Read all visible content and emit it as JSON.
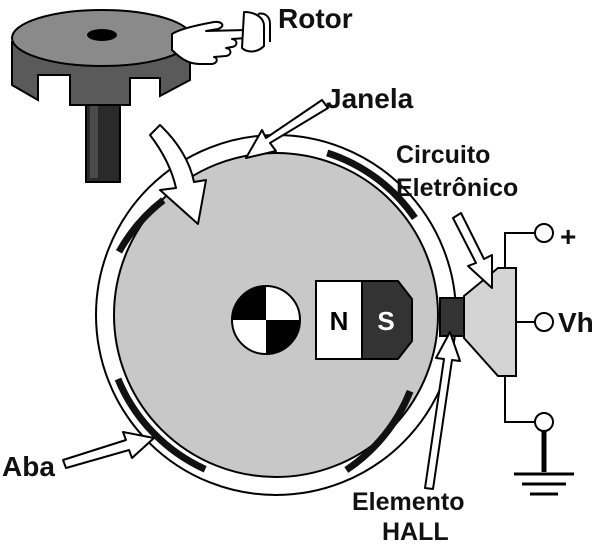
{
  "labels": {
    "rotor": "Rotor",
    "janela": "Janela",
    "circuito_line1": "Circuito",
    "circuito_line2": "Eletrônico",
    "plus": "+",
    "vh": "Vh",
    "aba": "Aba",
    "elemento_line1": "Elemento",
    "elemento_line2": "HALL"
  },
  "magnet": {
    "north": "N",
    "south": "S"
  },
  "colors": {
    "disk_fill": "#c8c8c8",
    "rotor_top": "#8a8a8a",
    "rotor_side": "#5a5a5a",
    "shaft": "#2a2a2a",
    "tab": "#111111",
    "circuit": "#d4d4d4",
    "south_pole": "#333333"
  },
  "icons": {
    "hand": "pointing-hand-icon",
    "ground": "ground-icon",
    "terminal": "terminal-circle-icon"
  }
}
